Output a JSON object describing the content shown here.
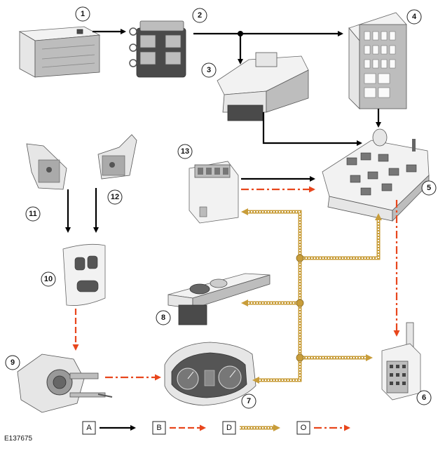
{
  "figure_id": "E137675",
  "callouts": [
    "1",
    "2",
    "3",
    "4",
    "5",
    "6",
    "7",
    "8",
    "9",
    "10",
    "11",
    "12",
    "13"
  ],
  "legend": {
    "A": "A",
    "B": "B",
    "D": "D",
    "O": "O"
  },
  "colors": {
    "hardwired": "#000000",
    "can_red": "#e8461c",
    "lin_gold": "#c89d3a"
  },
  "icons": {
    "c1": "battery",
    "c2": "fuse-block",
    "c3": "power-distribution-box",
    "c4": "central-junction-box",
    "c5": "transmission-control-module",
    "c6": "connector",
    "c7": "instrument-cluster",
    "c8": "gear-selector",
    "c9": "steering-column",
    "c10": "switchgear-panel",
    "c11": "paddle-shift-left",
    "c12": "paddle-shift-right",
    "c13": "engine-control-module"
  }
}
